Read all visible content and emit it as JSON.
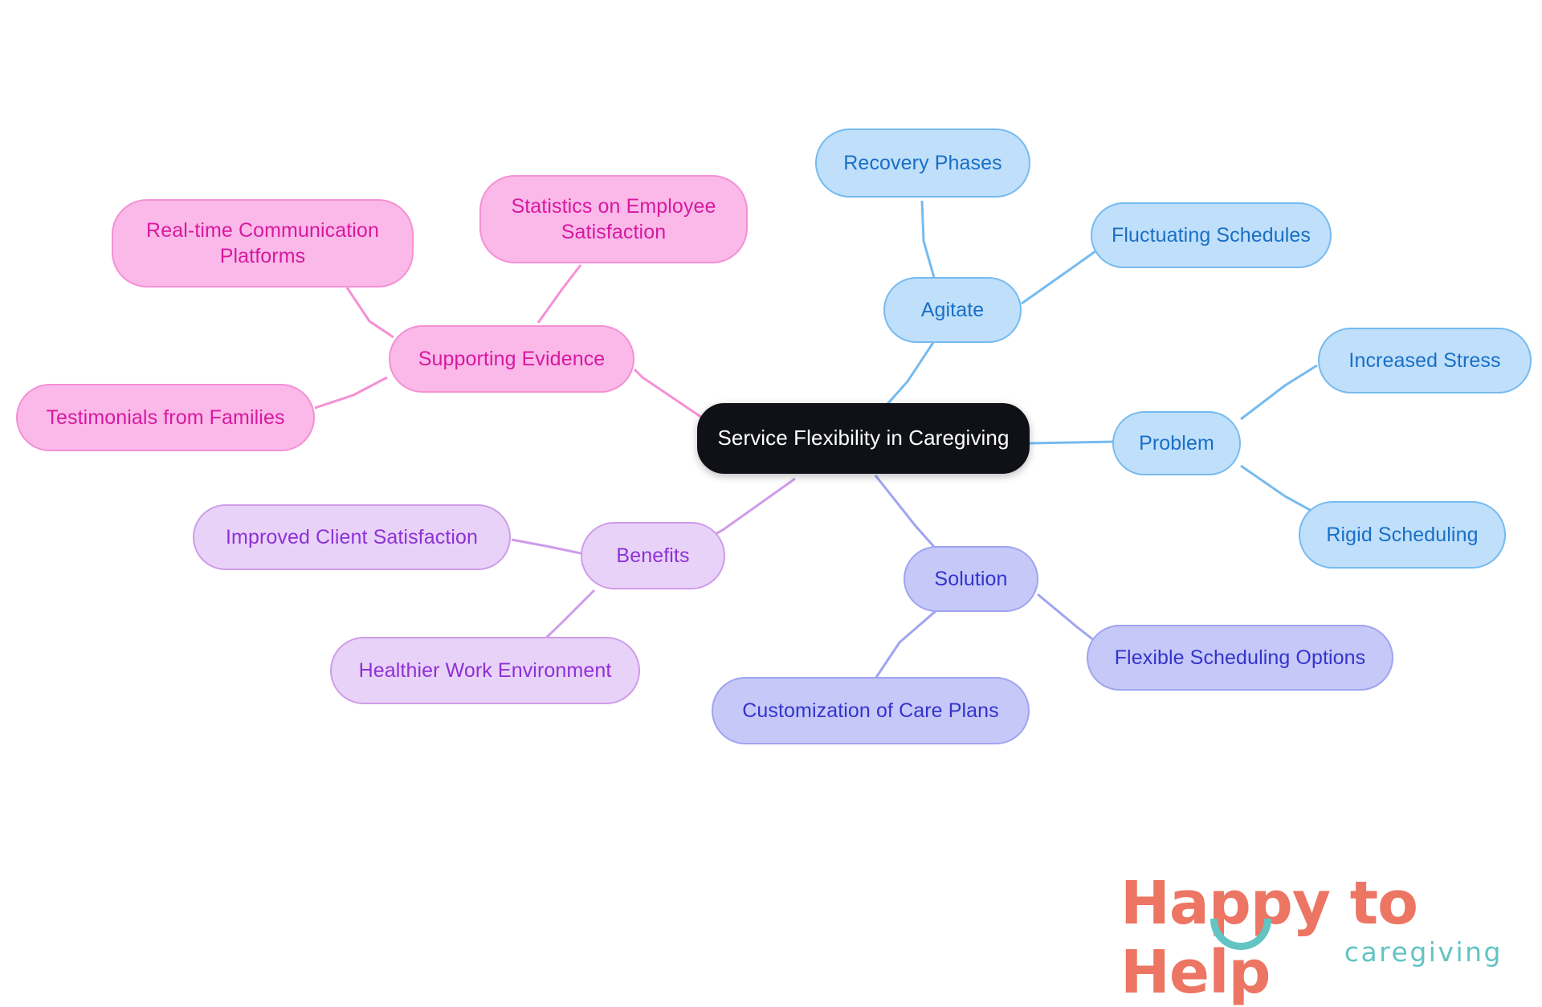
{
  "diagram": {
    "type": "mindmap",
    "background": "#ffffff",
    "root": {
      "id": "root",
      "label": "Service Flexibility in Caregiving",
      "fill": "#0f1117",
      "text_color": "#ffffff"
    },
    "palettes": {
      "blue": {
        "fill": "#bfdffb",
        "border": "#76bbef",
        "text": "#1a6fc4",
        "edge": "#76bbef"
      },
      "periwinkle": {
        "fill": "#c6c9f8",
        "border": "#9fa4f0",
        "text": "#3333cc",
        "edge": "#9fa4f0"
      },
      "purple": {
        "fill": "#e9d2f8",
        "border": "#cf9ce9",
        "text": "#8d31d7",
        "edge": "#cf9ce9"
      },
      "pink": {
        "fill": "#fbb9e9",
        "border": "#f490d5",
        "text": "#d7199f",
        "edge": "#f490d5"
      }
    },
    "branches": [
      {
        "id": "agitate",
        "label": "Agitate",
        "color": "blue",
        "children": [
          {
            "id": "recovery-phases",
            "label": "Recovery Phases"
          },
          {
            "id": "fluctuating-schedules",
            "label": "Fluctuating Schedules"
          }
        ]
      },
      {
        "id": "problem",
        "label": "Problem",
        "color": "blue",
        "children": [
          {
            "id": "increased-stress",
            "label": "Increased Stress"
          },
          {
            "id": "rigid-scheduling",
            "label": "Rigid Scheduling"
          }
        ]
      },
      {
        "id": "solution",
        "label": "Solution",
        "color": "periwinkle",
        "children": [
          {
            "id": "flexible-scheduling-options",
            "label": "Flexible Scheduling Options"
          },
          {
            "id": "customization-of-care-plans",
            "label": "Customization of Care Plans"
          }
        ]
      },
      {
        "id": "benefits",
        "label": "Benefits",
        "color": "purple",
        "children": [
          {
            "id": "improved-client-satisfaction",
            "label": "Improved Client Satisfaction"
          },
          {
            "id": "healthier-work-environment",
            "label": "Healthier Work Environment"
          }
        ]
      },
      {
        "id": "supporting-evidence",
        "label": "Supporting Evidence",
        "color": "pink",
        "children": [
          {
            "id": "statistics-on-employee-satisfaction",
            "label": "Statistics on Employee\nSatisfaction"
          },
          {
            "id": "real-time-communication-platforms",
            "label": "Real-time Communication\nPlatforms"
          },
          {
            "id": "testimonials-from-families",
            "label": "Testimonials from Families"
          }
        ]
      }
    ]
  },
  "nodes": {
    "root": "Service Flexibility in Caregiving",
    "agitate": "Agitate",
    "recovery_phases": "Recovery Phases",
    "fluctuating_schedules": "Fluctuating Schedules",
    "problem": "Problem",
    "increased_stress": "Increased Stress",
    "rigid_scheduling": "Rigid Scheduling",
    "solution": "Solution",
    "flexible_scheduling_options": "Flexible Scheduling Options",
    "customization_of_care_plans": "Customization of Care Plans",
    "benefits": "Benefits",
    "improved_client_satisfaction": "Improved Client Satisfaction",
    "healthier_work_environment": "Healthier Work Environment",
    "supporting_evidence": "Supporting Evidence",
    "statistics_on_employee_satisfaction": "Statistics on Employee\nSatisfaction",
    "real_time_communication_platforms": "Real-time Communication\nPlatforms",
    "testimonials_from_families": "Testimonials from Families"
  },
  "logo": {
    "wordmark": "Happy to Help",
    "tagline": "caregiving",
    "wordmark_color": "#ec7563",
    "tagline_color": "#62c4c3"
  }
}
